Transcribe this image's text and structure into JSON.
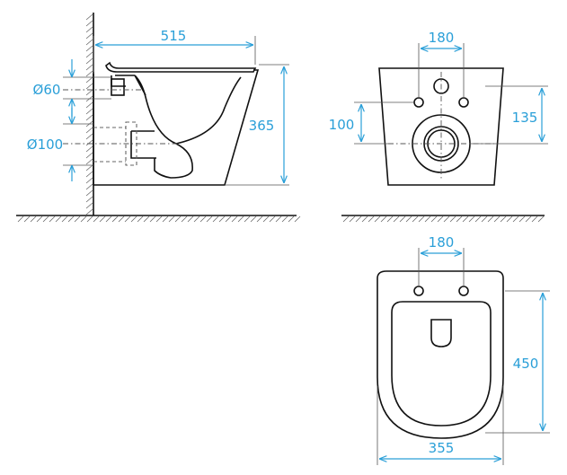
{
  "colors": {
    "dimension": "#2a9fd8",
    "outline": "#111111",
    "hatch": "#666666",
    "background": "#ffffff"
  },
  "side_view": {
    "width_dim": "515",
    "height_dim": "365",
    "outlet_dia": "Ø60",
    "drain_dia": "Ø100"
  },
  "front_view": {
    "bolt_spacing_dim": "180",
    "drain_height_dim": "100",
    "inlet_height_dim": "135"
  },
  "top_view": {
    "bolt_spacing_dim": "180",
    "length_dim": "450",
    "width_dim": "355"
  }
}
